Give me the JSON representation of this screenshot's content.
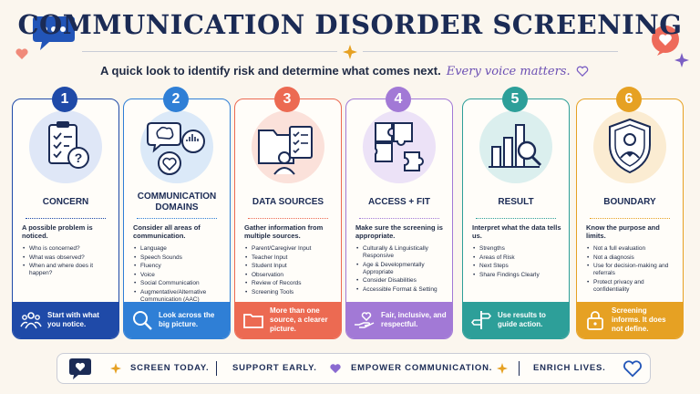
{
  "header": {
    "title": "COMMUNICATION DISORDER SCREENING",
    "subtitle": "A quick look to identify risk and determine what comes next.",
    "tagline": "Every voice matters."
  },
  "colors": {
    "navy": "#1b2b55",
    "card1": "#1f4aa8",
    "card2": "#2f7fd6",
    "card3": "#ec6a52",
    "card4": "#a279d6",
    "card5": "#2d9f99",
    "card6": "#e6a123"
  },
  "cards": [
    {
      "number": "1",
      "title": "CONCERN",
      "intro": "A possible problem is noticed.",
      "items": [
        "Who is concerned?",
        "What was observed?",
        "When and where does it happen?"
      ],
      "footer": "Start with what you notice.",
      "illustration": "clipboard-question-icon",
      "footer_icon": "people-icon"
    },
    {
      "number": "2",
      "title": "COMMUNICATION DOMAINS",
      "intro": "Consider all areas of communication.",
      "items": [
        "Language",
        "Speech Sounds",
        "Fluency",
        "Voice",
        "Social Communication",
        "Augmentative/Alternative Communication (AAC)"
      ],
      "footer": "Look across the big picture.",
      "illustration": "brain-speech-heart-icon",
      "footer_icon": "magnifier-icon"
    },
    {
      "number": "3",
      "title": "DATA SOURCES",
      "intro": "Gather information from multiple sources.",
      "items": [
        "Parent/Caregiver Input",
        "Teacher Input",
        "Student Input",
        "Observation",
        "Review of Records",
        "Screening Tools"
      ],
      "footer": "More than one source, a clearer picture.",
      "illustration": "folder-checklist-icon",
      "footer_icon": "folder-icon"
    },
    {
      "number": "4",
      "title": "ACCESS + FIT",
      "intro": "Make sure the screening is appropriate.",
      "items": [
        "Culturally & Linguistically Responsive",
        "Age & Developmentally Appropriate",
        "Consider Disabilities",
        "Accessible Format & Setting"
      ],
      "footer": "Fair, inclusive, and respectful.",
      "illustration": "puzzle-icon",
      "footer_icon": "heart-hand-icon"
    },
    {
      "number": "5",
      "title": "RESULT",
      "intro": "Interpret what the data tells us.",
      "items": [
        "Strengths",
        "Areas of Risk",
        "Next Steps",
        "Share Findings Clearly"
      ],
      "footer": "Use results to guide action.",
      "illustration": "bar-chart-magnifier-icon",
      "footer_icon": "signpost-icon"
    },
    {
      "number": "6",
      "title": "BOUNDARY",
      "intro": "Know the purpose and limits.",
      "items": [
        "Not a full evaluation",
        "Not a diagnosis",
        "Use for decision-making and referrals",
        "Protect privacy and confidentiality"
      ],
      "footer": "Screening informs. It does not define.",
      "illustration": "shield-person-icon",
      "footer_icon": "lock-icon"
    }
  ],
  "bottom": {
    "items": [
      "SCREEN TODAY.",
      "SUPPORT EARLY.",
      "EMPOWER COMMUNICATION.",
      "ENRICH LIVES."
    ]
  }
}
